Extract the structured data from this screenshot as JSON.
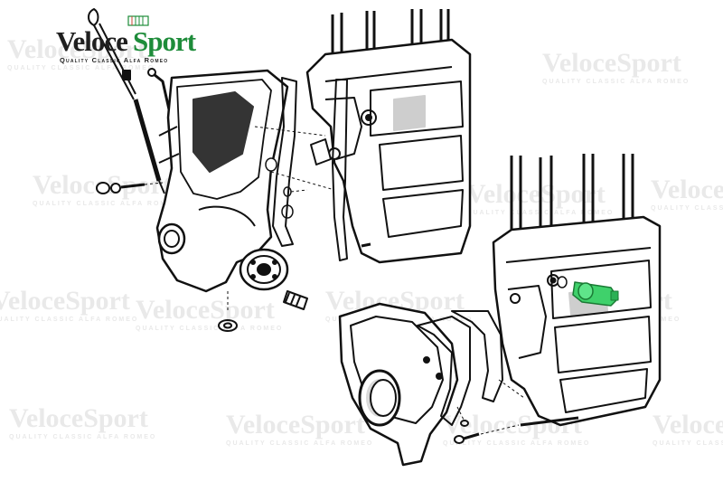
{
  "brand": {
    "name_part1": "Veloce",
    "name_part2": "Sport",
    "tagline": "Quality Classic Alfa Romeo",
    "color_dark": "#1f1f1f",
    "color_green": "#1e8c3a"
  },
  "watermark": {
    "name": "VeloceSport",
    "tagline": "QUALITY CLASSIC ALFA ROMEO",
    "color": "#e9e9e9"
  },
  "highlight": {
    "part": "sender-unit-icon",
    "color": "#3fd16b"
  },
  "line_color": "#111111"
}
